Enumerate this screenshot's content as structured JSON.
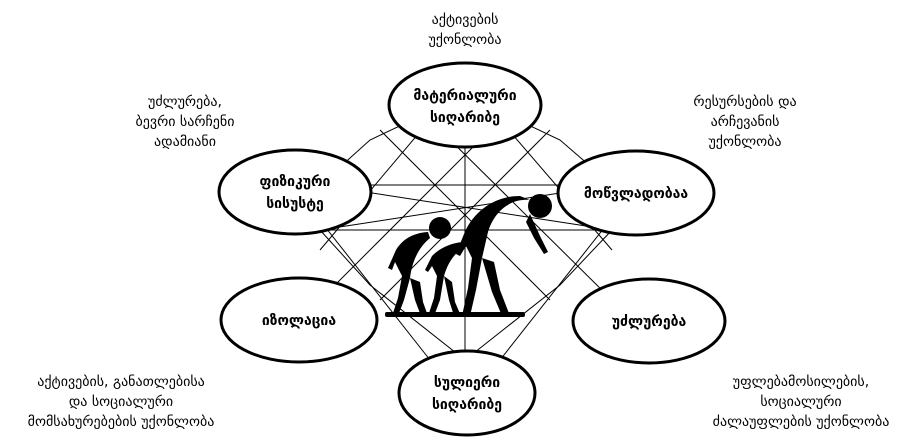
{
  "nodes": {
    "top": [
      "მატერიალური",
      "სიღარიბე"
    ],
    "upper_right": [
      "მოწვლადობაა"
    ],
    "lower_right": [
      "უძლურება"
    ],
    "bottom": [
      "სულიერი",
      "სიღარიბე"
    ],
    "lower_left": [
      "იზოლაცია"
    ],
    "upper_left": [
      "ფიზიკური",
      "სისუსტე"
    ]
  },
  "annotations": {
    "top": [
      "აქტივების",
      "უქონლობა"
    ],
    "upper_right": [
      "რესურსების და",
      "არჩევანის",
      "უქონლობა"
    ],
    "lower_right": [
      "უფლებამოსილების,",
      "სოციალური",
      "ძალაუფლების უქონლობა"
    ],
    "lower_left": [
      "აქტივების, განათლებისა",
      "და სოციალური",
      "მომსახურებების უქონლობა"
    ],
    "upper_left": [
      "უძლურება,",
      "ბევრი სარჩენი",
      "ადამიანი"
    ]
  },
  "colors": {
    "ink": "#000000",
    "background": "#ffffff"
  },
  "illustration": "three-stooped-human-silhouettes"
}
